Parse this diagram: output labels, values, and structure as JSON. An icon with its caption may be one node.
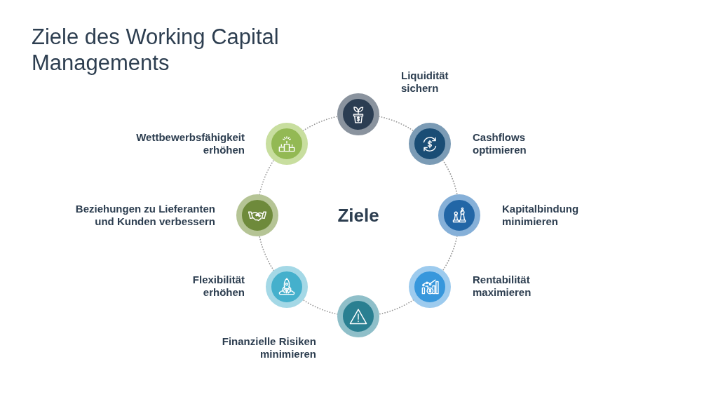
{
  "diagram": {
    "title": "Ziele des Working Capital Managements",
    "nodes": [
      {
        "text": [],
        "shape": "circle",
        "beside": [
          "Liquidität sichern"
        ]
      },
      {
        "text": [],
        "shape": "circle",
        "beside": [
          "Cashflows optimieren"
        ]
      },
      {
        "text": [],
        "shape": "circle",
        "beside": [
          "Kapitalbindung minimieren"
        ]
      },
      {
        "text": [],
        "shape": "circle",
        "beside": [
          "Rentabilität maximieren"
        ]
      },
      {
        "text": [],
        "shape": "circle",
        "beside": [
          "Finanzielle Risiken minimieren"
        ]
      },
      {
        "text": [],
        "shape": "circle",
        "beside": [
          "Flexibilität erhöhen"
        ]
      },
      {
        "text": [],
        "shape": "circle",
        "beside": [
          "Beziehungen zu Lieferanten und Kunden verbessern"
        ]
      },
      {
        "text": [],
        "shape": "circle",
        "beside": [
          "Wettbewerbsfähigkeit erhöhen"
        ]
      }
    ],
    "edges": [
      {
        "from": 0,
        "to": 1,
        "arrow": "none",
        "style": "dashed"
      },
      {
        "from": 1,
        "to": 2,
        "arrow": "none",
        "style": "dashed"
      },
      {
        "from": 2,
        "to": 3,
        "arrow": "none",
        "style": "dashed"
      },
      {
        "from": 3,
        "to": 4,
        "arrow": "none",
        "style": "dashed"
      },
      {
        "from": 4,
        "to": 5,
        "arrow": "none",
        "style": "dashed"
      },
      {
        "from": 5,
        "to": 6,
        "arrow": "none",
        "style": "dashed"
      },
      {
        "from": 6,
        "to": 7,
        "arrow": "none",
        "style": "dashed"
      },
      {
        "from": 7,
        "to": 0,
        "arrow": "none",
        "style": "dashed"
      }
    ],
    "labels": [
      "Ziele"
    ]
  }
}
